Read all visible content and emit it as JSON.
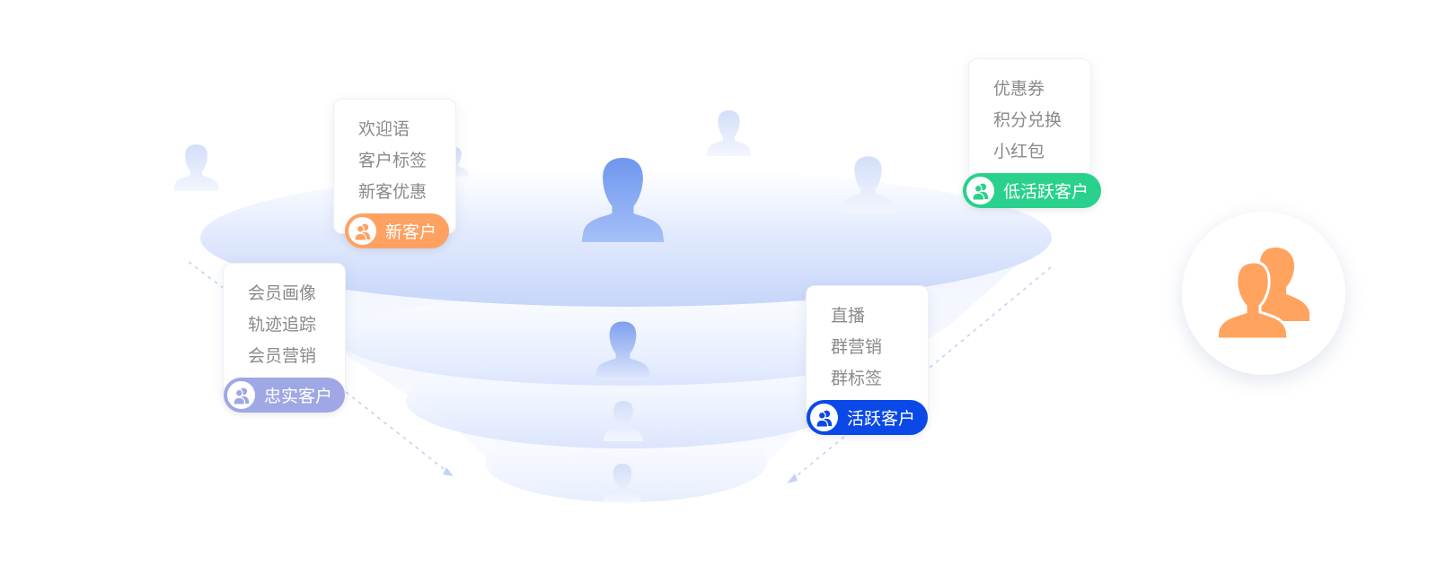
{
  "segments": [
    {
      "id": "new",
      "tag_label": "新客户",
      "tag_color": "#ffa161",
      "items": [
        "欢迎语",
        "客户标签",
        "新客优惠"
      ]
    },
    {
      "id": "loyal",
      "tag_label": "忠实客户",
      "tag_color": "#9fa8e4",
      "items": [
        "会员画像",
        "轨迹追踪",
        "会员营销"
      ]
    },
    {
      "id": "active",
      "tag_label": "活跃客户",
      "tag_color": "#0a49e8",
      "items": [
        "直播",
        "群营销",
        "群标签"
      ]
    },
    {
      "id": "low_active",
      "tag_label": "低活跃客户",
      "tag_color": "#2ad18c",
      "items": [
        "优惠券",
        "积分兑换",
        "小红包"
      ]
    }
  ],
  "colors": {
    "funnel": "#c8d7fb",
    "person_primary": "#6f97ef",
    "person_faint": "#dbe5fb",
    "badge_icon": "#ffa35f"
  },
  "icons": {
    "pill": "user-group-icon",
    "badge": "user-group-icon",
    "figures": "person-icon"
  }
}
